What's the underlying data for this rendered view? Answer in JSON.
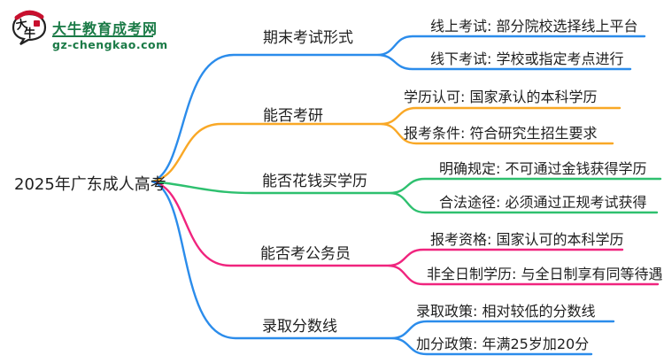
{
  "logo": {
    "icon_char_1": "大",
    "icon_char_2": "牛",
    "title": "大牛教育成考网",
    "url": "gz-chengkao.com",
    "brand_color": "#1a7a46",
    "seal_color": "#c8102e"
  },
  "root": {
    "label": "2025年广东成人高考"
  },
  "branches": [
    {
      "label": "期末考试形式",
      "color": "#2b8ceb",
      "leaves": [
        "线上考试: 部分院校选择线上平台",
        "线下考试: 学校或指定考点进行"
      ]
    },
    {
      "label": "能否考研",
      "color": "#f9a826",
      "leaves": [
        "学历认可: 国家承认的本科学历",
        "报考条件: 符合研究生招生要求"
      ]
    },
    {
      "label": "能否花钱买学历",
      "color": "#2ec06f",
      "leaves": [
        "明确规定: 不可通过金钱获得学历",
        "合法途径: 必须通过正规考试获得"
      ]
    },
    {
      "label": "能否考公务员",
      "color": "#f0247e",
      "leaves": [
        "报考资格: 国家认可的本科学历",
        "非全日制学历: 与全日制享有同等待遇"
      ]
    },
    {
      "label": "录取分数线",
      "color": "#2b8ceb",
      "leaves": [
        "录取政策: 相对较低的分数线",
        "加分政策: 年满25岁加20分"
      ]
    }
  ]
}
